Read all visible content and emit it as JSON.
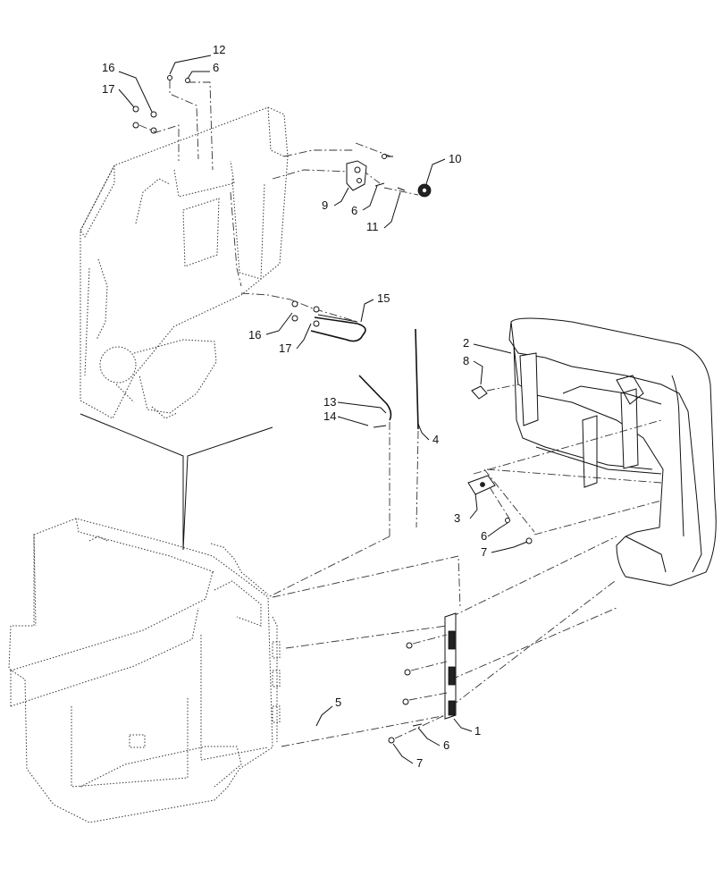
{
  "diagram": {
    "callouts": [
      {
        "id": "c12",
        "text": "12"
      },
      {
        "id": "c6a",
        "text": "6"
      },
      {
        "id": "c16a",
        "text": "16"
      },
      {
        "id": "c17a",
        "text": "17"
      },
      {
        "id": "c10",
        "text": "10"
      },
      {
        "id": "c9",
        "text": "9"
      },
      {
        "id": "c6b",
        "text": "6"
      },
      {
        "id": "c11",
        "text": "11"
      },
      {
        "id": "c15",
        "text": "15"
      },
      {
        "id": "c16b",
        "text": "16"
      },
      {
        "id": "c17b",
        "text": "17"
      },
      {
        "id": "c2",
        "text": "2"
      },
      {
        "id": "c8",
        "text": "8"
      },
      {
        "id": "c13",
        "text": "13"
      },
      {
        "id": "c14",
        "text": "14"
      },
      {
        "id": "c4",
        "text": "4"
      },
      {
        "id": "c3",
        "text": "3"
      },
      {
        "id": "c6c",
        "text": "6"
      },
      {
        "id": "c7a",
        "text": "7"
      },
      {
        "id": "c5",
        "text": "5"
      },
      {
        "id": "c1",
        "text": "1"
      },
      {
        "id": "c6d",
        "text": "6"
      },
      {
        "id": "c7b",
        "text": "7"
      }
    ]
  }
}
